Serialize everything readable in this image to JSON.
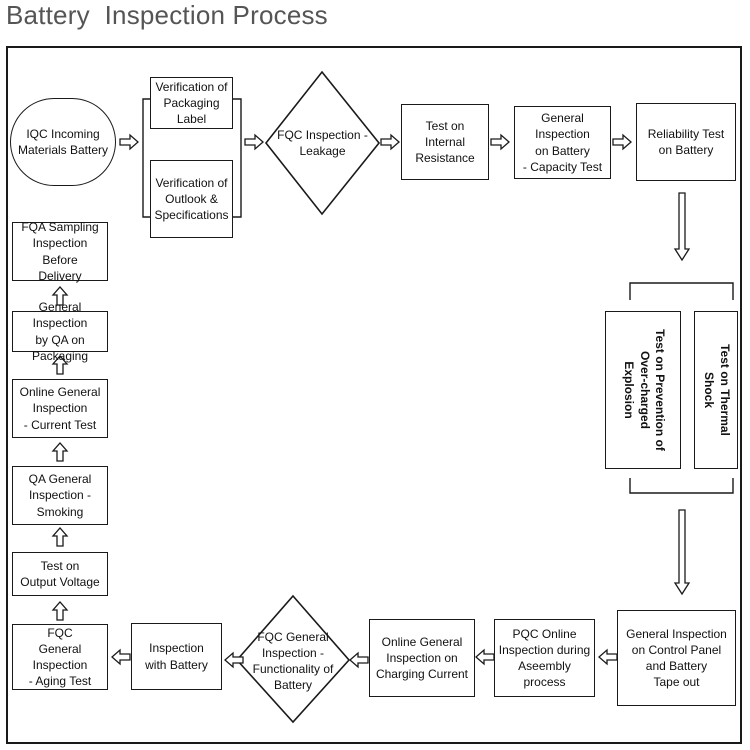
{
  "title": "Battery  Inspection Process",
  "nodes": {
    "iqc": "IQC Incoming\nMaterials Battery",
    "packaging_label": "Verification of\nPackaging Label",
    "outlook": "Verification of\nOutlook &\nSpecifications",
    "fqc_leakage": "FQC Inspection -\nLeakage",
    "internal_resistance": "Test on Internal\nResistance",
    "capacity": "General Inspection\non Battery\n- Capacity Test",
    "reliability": "Reliability Test\non Battery",
    "overcharge": "Test on Prevention of\nOver-charged\nExplosion",
    "thermal": "Test on Thermal\nShock",
    "control_panel": "General Inspection\non Control Panel\nand Battery\nTape out",
    "pqc_online": "PQC Online\nInspection during\nAseembly process",
    "charging_current": "Online General\nInspection on\nCharging Current",
    "fqc_functionality": "FQC General\nInspection -\nFunctionality of\nBattery",
    "with_battery": "Inspection\nwith Battery",
    "aging": "FQC\nGeneral Inspection\n- Aging Test",
    "output_voltage": "Test on\nOutput Voltage",
    "smoking": "QA General\nInspection -\nSmoking",
    "current_test": "Online General\nInspection\n- Current Test",
    "qa_packaging": "General Inspection\nby QA on Packaging",
    "fqa_sampling": "FQA Sampling\nInspection Before\nDelivery"
  }
}
